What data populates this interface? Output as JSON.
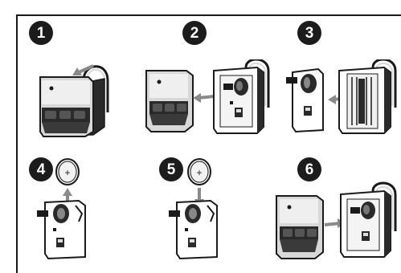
{
  "steps": [
    {
      "number": "1",
      "action": "remove-cover"
    },
    {
      "number": "2",
      "action": "slide-cover-off"
    },
    {
      "number": "3",
      "action": "remove-circuit-board"
    },
    {
      "number": "4",
      "action": "remove-battery"
    },
    {
      "number": "5",
      "action": "insert-new-battery"
    },
    {
      "number": "6",
      "action": "reassemble"
    }
  ],
  "battery_symbol": "+",
  "colors": {
    "outline": "#1a1a1a",
    "device_dark": "#2a2a2a",
    "device_mid": "#9a9a9a",
    "device_light": "#d8d8d8",
    "arrow": "#8a8a8a"
  }
}
